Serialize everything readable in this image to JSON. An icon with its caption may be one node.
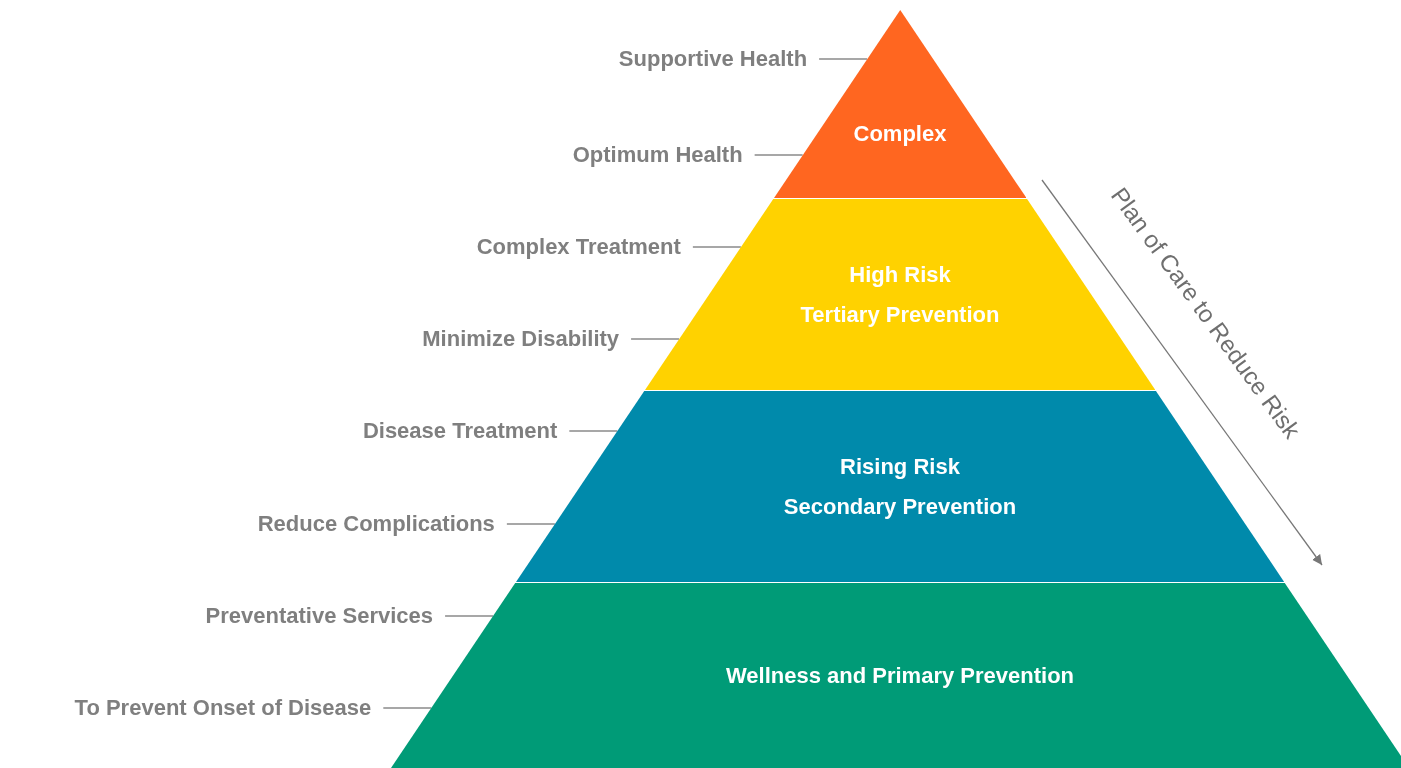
{
  "diagram": {
    "nodes": [
      {
        "text": [
          "Complex"
        ]
      },
      {
        "text": [
          "High Risk",
          "Tertiary Prevention"
        ]
      },
      {
        "text": [
          "Rising Risk",
          "Secondary Prevention"
        ]
      },
      {
        "text": [
          "Wellness and Primary Prevention"
        ]
      },
      {
        "text": [
          "Supportive Health"
        ]
      },
      {
        "text": [
          "Optimum Health"
        ]
      },
      {
        "text": [
          "Complex Treatment"
        ]
      },
      {
        "text": [
          "Minimize Disability"
        ]
      },
      {
        "text": [
          "Disease Treatment"
        ]
      },
      {
        "text": [
          "Reduce Complications"
        ]
      },
      {
        "text": [
          "Preventative Services"
        ]
      },
      {
        "text": [
          "To Prevent Onset of Disease"
        ]
      }
    ],
    "edges": [
      {
        "from": 4,
        "to": 0,
        "arrow": "none"
      },
      {
        "from": 5,
        "to": 0,
        "arrow": "none"
      },
      {
        "from": 6,
        "to": 1,
        "arrow": "none"
      },
      {
        "from": 7,
        "to": 1,
        "arrow": "none"
      },
      {
        "from": 8,
        "to": 2,
        "arrow": "none"
      },
      {
        "from": 9,
        "to": 2,
        "arrow": "none"
      },
      {
        "from": 10,
        "to": 3,
        "arrow": "none"
      },
      {
        "from": 11,
        "to": 3,
        "arrow": "none"
      }
    ],
    "labels": [
      "Plan of Care to Reduce Risk"
    ]
  }
}
